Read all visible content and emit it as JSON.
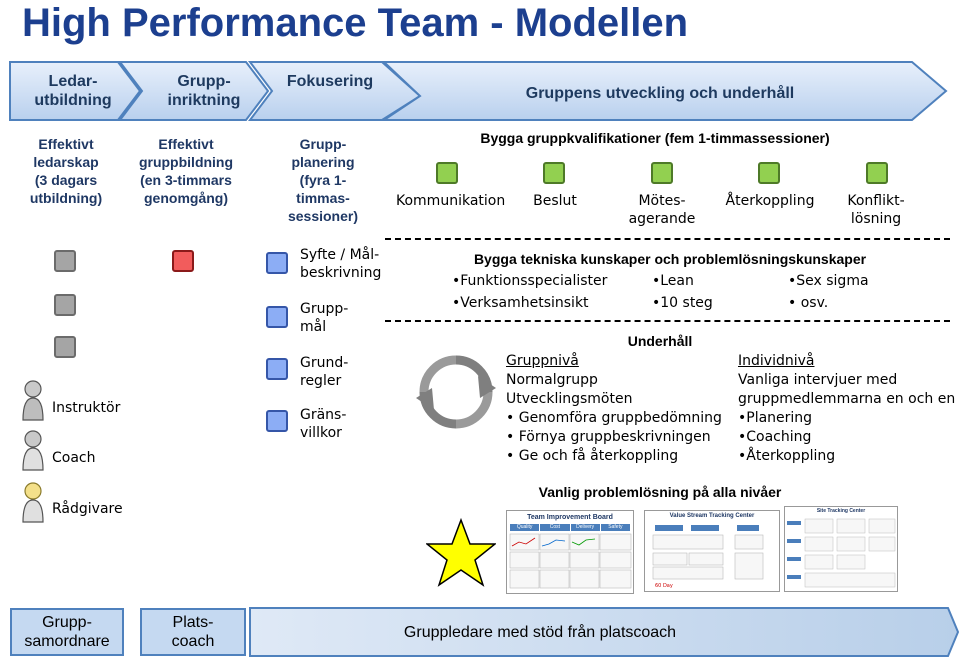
{
  "title": "High Performance Team - Modellen",
  "header_arrows": [
    {
      "label": "Ledar-\nutbildning"
    },
    {
      "label": "Grupp-\ninriktning"
    },
    {
      "label": "Fokusering"
    },
    {
      "label": "Gruppens utveckling och underhåll"
    }
  ],
  "columns": {
    "col1": "Effektivt\nledarskap\n(3 dagars\nutbildning)",
    "col2": "Effektivt\ngruppbildning\n(en 3-timmars\ngenomgång)",
    "col3": "Grupp-\nplanering\n(fyra 1-\ntimmas-\nsessioner)"
  },
  "gruppkval": {
    "heading": "Bygga gruppkvalifikationer (fem 1-timmassessioner)",
    "items": [
      "Kommunikation",
      "Beslut",
      "Mötes-\nagerande",
      "Återkoppling",
      "Konflikt-\nlösning"
    ]
  },
  "fokusering_items": [
    "Syfte / Mål-\nbeskrivning",
    "Grupp-\nmål",
    "Grund-\nregler",
    "Gräns-\nvillkor"
  ],
  "roles": [
    "Instruktör",
    "Coach",
    "Rådgivare"
  ],
  "teknisk": {
    "heading": "Bygga tekniska kunskaper och problemlösningskunskaper",
    "col_a": [
      "•Funktionsspecialister",
      "•Verksamhetsinsikt"
    ],
    "col_b": [
      "•Lean",
      "•10 steg"
    ],
    "col_c": [
      "•Sex sigma",
      "• osv."
    ]
  },
  "underhall": {
    "heading": "Underhåll",
    "gruppniva_title": "Gruppnivå",
    "gruppniva_lines": [
      "Normalgrupp",
      "Utvecklingsmöten"
    ],
    "gruppniva_bullets": [
      "Genomföra gruppbedömning",
      "Förnya gruppbeskrivningen",
      "Ge och få återkoppling"
    ],
    "individniva_title": "Individnivå",
    "individniva_lines": [
      "Vanliga intervjuer med",
      "gruppmedlemmarna en och en"
    ],
    "individniva_bullets": [
      "•Planering",
      "•Coaching",
      "•Återkoppling"
    ]
  },
  "problemlosning": "Vanlig problemlösning på alla nivåer",
  "thumbnails": {
    "board": "Team Improvement Board",
    "board_cols": [
      "Quality",
      "Cost",
      "Delivery",
      "Safety"
    ],
    "vsm": "Value Stream Tracking Center",
    "site": "Site Tracking Center",
    "plan_label": "60 Day"
  },
  "bottom": [
    "Grupp-\nsamordnare",
    "Plats-\ncoach",
    "Gruppledare med stöd från platscoach"
  ],
  "colors": {
    "arrow_fill": "#cfe0f5",
    "arrow_dark": "#5b9bd5",
    "green": "#92d050",
    "blue_sq": "#8cadf5",
    "gray_sq": "#a5a5a5",
    "red_sq": "#f25c5c",
    "star": "#ffff00",
    "bottom_fill": "#c5d9f1"
  }
}
